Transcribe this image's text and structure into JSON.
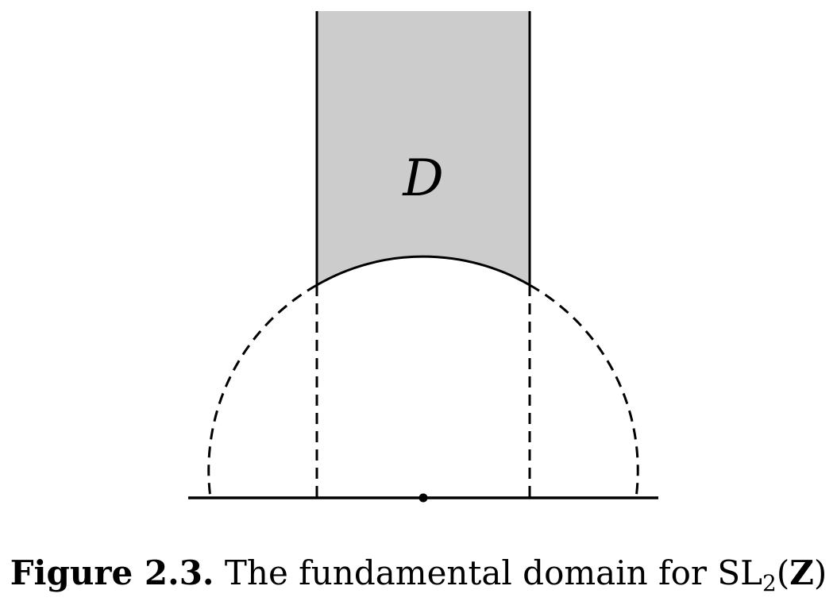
{
  "figure": {
    "region_label": "D",
    "colors": {
      "fill": "#cccccc",
      "stroke": "#000000",
      "background": "#ffffff"
    },
    "line_styles": {
      "boundary": "solid",
      "full_unit_circle": "dashed",
      "vertical_extensions": "dashed"
    }
  },
  "caption": {
    "label": "Figure 2.3.",
    "text": "The fundamental domain for",
    "group_name": "SL",
    "group_subscript": "2",
    "group_open": "(",
    "group_ring": "Z",
    "group_close": ")"
  }
}
